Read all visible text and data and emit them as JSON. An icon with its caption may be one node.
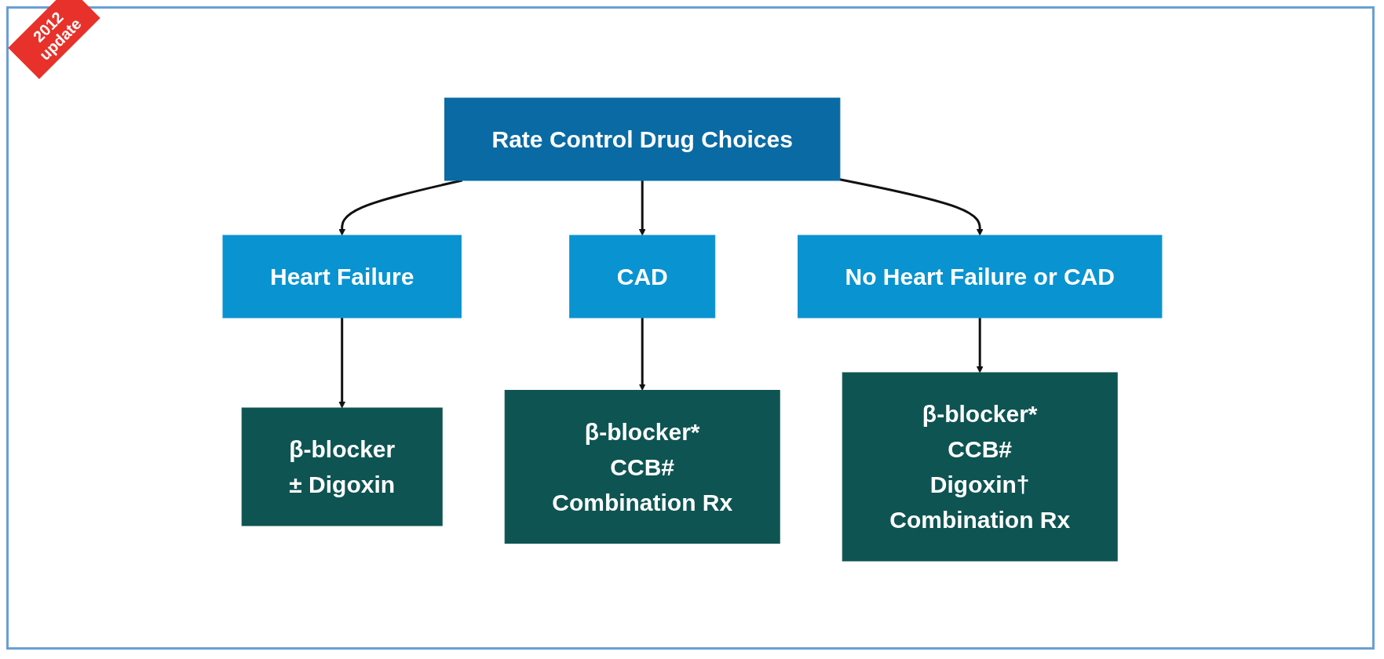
{
  "diagram": {
    "nodes": [
      {
        "text": [
          "Rate Control Drug Choices"
        ]
      },
      {
        "text": [
          "Heart Failure"
        ]
      },
      {
        "text": [
          "CAD"
        ]
      },
      {
        "text": [
          "No Heart Failure or CAD"
        ]
      },
      {
        "text": [
          "β-blocker",
          "± Digoxin"
        ]
      },
      {
        "text": [
          "β-blocker*",
          "CCB#",
          "Combination Rx"
        ]
      },
      {
        "text": [
          "β-blocker*",
          "CCB#",
          "Digoxin†",
          "Combination Rx"
        ]
      }
    ],
    "edges": [
      {
        "from": 0,
        "to": 1,
        "arrow": "to"
      },
      {
        "from": 0,
        "to": 2,
        "arrow": "to"
      },
      {
        "from": 0,
        "to": 3,
        "arrow": "to"
      },
      {
        "from": 1,
        "to": 4,
        "arrow": "to"
      },
      {
        "from": 2,
        "to": 5,
        "arrow": "to"
      },
      {
        "from": 3,
        "to": 6,
        "arrow": "to"
      }
    ],
    "labels": [
      "2012 update"
    ]
  }
}
